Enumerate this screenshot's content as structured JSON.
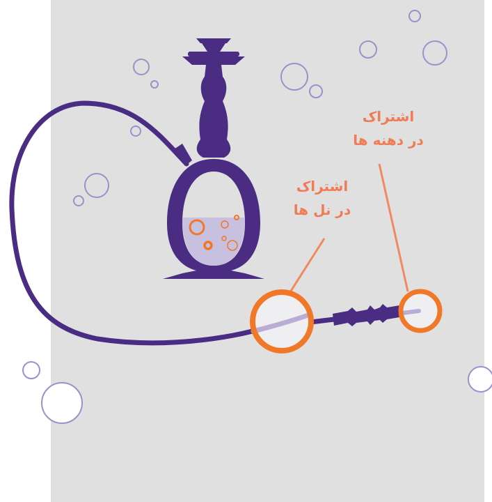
{
  "colors": {
    "panel": "#e0e0e0",
    "hookah": "#4a2c82",
    "hookah_light": "#b9add6",
    "water": "#c7c0df",
    "bubble_outline": "#9d8fc9",
    "accent": "#f07828",
    "callout_line": "#f08860",
    "callout_text": "#f07c55",
    "lens_fill": "#efeff1",
    "white": "#ffffff"
  },
  "labels": {
    "mouthpiece": {
      "line1": "اشتراک",
      "line2": "در دهنه ها"
    },
    "hose": {
      "line1": "اشتراک",
      "line2": "در نل ها"
    }
  }
}
